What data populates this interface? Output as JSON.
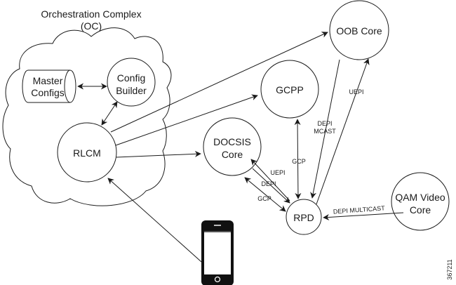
{
  "diagram": {
    "title_line1": "Orchestration Complex",
    "title_line2": "(OC)",
    "figure_id": "367211",
    "nodes": {
      "master_configs": {
        "line1": "Master",
        "line2": "Configs",
        "shape": "cylinder"
      },
      "config_builder": {
        "line1": "Config",
        "line2": "Builder",
        "shape": "circle"
      },
      "rlcm": {
        "label": "RLCM",
        "shape": "circle"
      },
      "oob_core": {
        "label": "OOB Core",
        "shape": "circle"
      },
      "gcpp": {
        "label": "GCPP",
        "shape": "circle"
      },
      "docsis_core": {
        "line1": "DOCSIS",
        "line2": "Core",
        "shape": "circle"
      },
      "rpd": {
        "label": "RPD",
        "shape": "circle"
      },
      "qam_video_core": {
        "line1": "QAM Video",
        "line2": "Core",
        "shape": "circle"
      },
      "mobile_device": {
        "shape": "smartphone-icon"
      }
    },
    "edges": [
      {
        "from": "master_configs",
        "to": "config_builder",
        "direction": "both",
        "label": ""
      },
      {
        "from": "config_builder",
        "to": "rlcm",
        "direction": "both",
        "label": ""
      },
      {
        "from": "rlcm",
        "to": "oob_core",
        "direction": "forward",
        "label": ""
      },
      {
        "from": "rlcm",
        "to": "gcpp",
        "direction": "forward",
        "label": ""
      },
      {
        "from": "rlcm",
        "to": "docsis_core",
        "direction": "forward",
        "label": ""
      },
      {
        "from": "mobile_device",
        "to": "rlcm",
        "direction": "forward",
        "label": ""
      },
      {
        "from": "oob_core",
        "to": "rpd",
        "direction": "forward",
        "label": "DEPI MCAST"
      },
      {
        "from": "rpd",
        "to": "oob_core",
        "direction": "forward",
        "label": "UEPI"
      },
      {
        "from": "gcpp",
        "to": "rpd",
        "direction": "both",
        "label": "GCP"
      },
      {
        "from": "rpd",
        "to": "docsis_core",
        "direction": "forward",
        "label": "UEPI"
      },
      {
        "from": "docsis_core",
        "to": "rpd",
        "direction": "forward",
        "label": "DEPI"
      },
      {
        "from": "docsis_core",
        "to": "rpd",
        "direction": "both",
        "label": "GCP"
      },
      {
        "from": "qam_video_core",
        "to": "rpd",
        "direction": "forward",
        "label": "DEPI MULTICAST"
      }
    ],
    "edge_labels": {
      "depi": "DEPI",
      "mcast": "MCAST",
      "uepi": "UEPI",
      "gcp": "GCP",
      "depi_multicast": "DEPI MULTICAST"
    }
  }
}
